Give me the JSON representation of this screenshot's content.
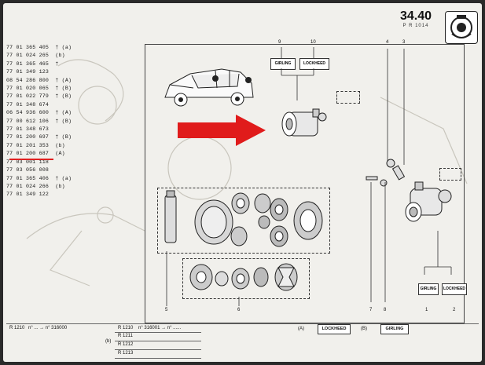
{
  "header": {
    "page_number": "34.40",
    "page_sub": "P R 1014"
  },
  "parts_list": [
    "77 01 365 405  † (a)",
    "77 01 024 265  (b)",
    "77 01 365 465  †",
    "77 01 349 123",
    "08 54 286 800  † (A)",
    "77 01 020 065  † (B)",
    "77 01 022 779  † (B)",
    "77 01 348 674",
    "06 54 936 600  † (A)",
    "77 00 612 106  † (B)",
    "77 01 348 673",
    "77 01 200 697  † (B)",
    "77 01 201 353  (b)",
    "77 01 200 687  (A)",
    "77 03 001 118",
    "77 03 056 008",
    "77 01 365 406  † (a)",
    "77 01 024 266  (b)",
    "77 01 349 122"
  ],
  "diagram": {
    "labels": {
      "girling": "GIRLING",
      "lockheed": "LOCKHEED"
    },
    "callouts": {
      "c9": "9",
      "c10": "10",
      "c4": "4",
      "c3": "3",
      "c5": "5",
      "c6": "6",
      "c7": "7",
      "c8": "8",
      "c1": "1",
      "c2": "2"
    }
  },
  "bottom_table": {
    "row1_left": "R 1210",
    "row1_left_suffix": "n° ... → n° 316000",
    "row1_mid": "R 1210",
    "row1_mid_suffix": "n° 316001 → n° ......",
    "b_label": "(b)",
    "b_rows": [
      "R 1211",
      "R 1212",
      "R 1213"
    ],
    "legend_a_tag": "(A)",
    "legend_a": "LOCKHEED",
    "legend_b_tag": "(B)",
    "legend_b": "GIRLING"
  },
  "colors": {
    "arrow": "#e01b1b",
    "paper": "#f1f0ec"
  }
}
